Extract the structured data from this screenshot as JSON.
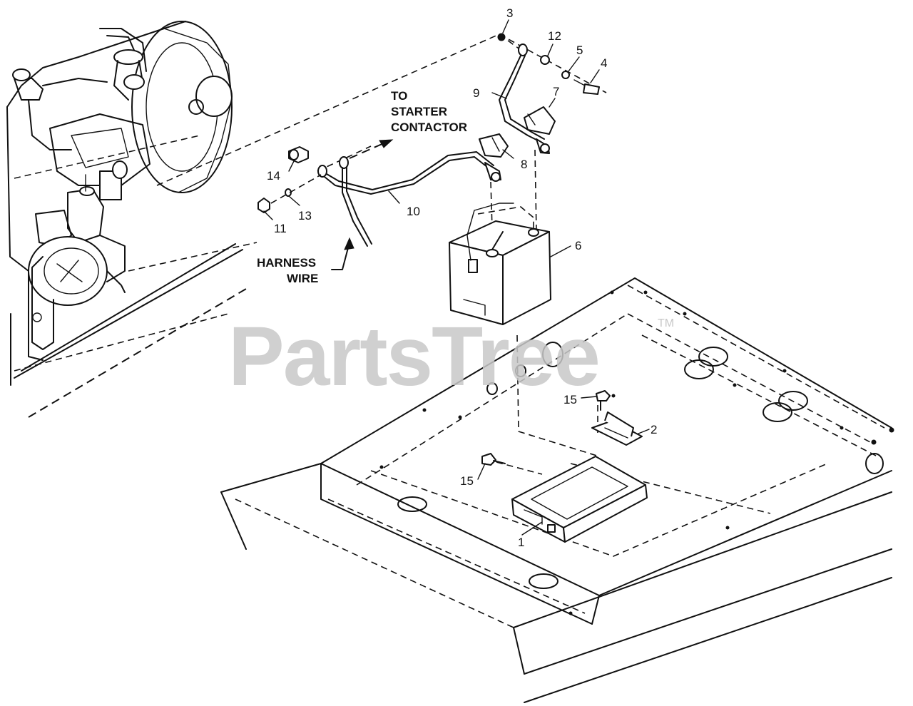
{
  "diagram": {
    "watermark": "PartsTree",
    "trademark": "TM",
    "callouts": [
      {
        "id": "c3",
        "text": "3"
      },
      {
        "id": "c12",
        "text": "12"
      },
      {
        "id": "c5",
        "text": "5"
      },
      {
        "id": "c4",
        "text": "4"
      },
      {
        "id": "c9",
        "text": "9"
      },
      {
        "id": "c7",
        "text": "7"
      },
      {
        "id": "c8",
        "text": "8"
      },
      {
        "id": "c14",
        "text": "14"
      },
      {
        "id": "c10",
        "text": "10"
      },
      {
        "id": "c11",
        "text": "11"
      },
      {
        "id": "c13",
        "text": "13"
      },
      {
        "id": "c6",
        "text": "6"
      },
      {
        "id": "c15a",
        "text": "15"
      },
      {
        "id": "c2",
        "text": "2"
      },
      {
        "id": "c15b",
        "text": "15"
      },
      {
        "id": "c1",
        "text": "1"
      }
    ],
    "labels": {
      "to_line1": "TO",
      "to_line2": "STARTER",
      "to_line3": "CONTACTOR",
      "harness_line1": "HARNESS",
      "harness_line2": "WIRE"
    }
  }
}
